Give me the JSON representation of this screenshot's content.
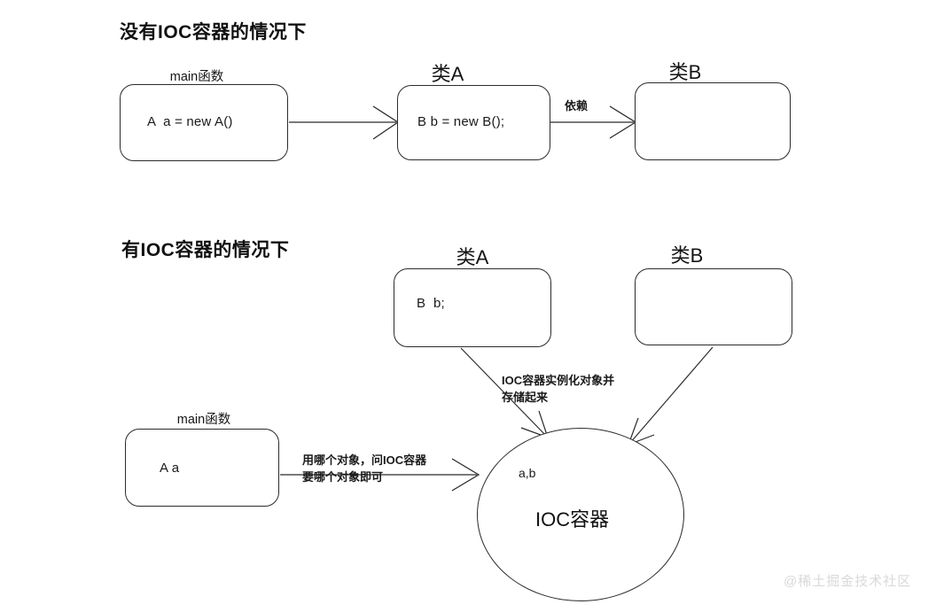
{
  "sections": [
    {
      "title": "没有IOC容器的情况下",
      "nodes": [
        {
          "label": "main函数",
          "body": "A  a = new A()"
        },
        {
          "label": "类A",
          "body": "B b = new B();"
        },
        {
          "label": "类B",
          "body": ""
        }
      ],
      "edges": [
        {
          "label": ""
        },
        {
          "label": "依赖"
        }
      ]
    },
    {
      "title": "有IOC容器的情况下",
      "nodes": [
        {
          "label": "类A",
          "body": "B  b;"
        },
        {
          "label": "类B",
          "body": ""
        },
        {
          "label": "main函数",
          "body": "A a"
        }
      ],
      "edges": [
        {
          "label_line1": "IOC容器实例化对象并",
          "label_line2": "存储起来"
        },
        {
          "label_line1": "用哪个对象，问IOC容器",
          "label_line2": "要哪个对象即可"
        }
      ],
      "container": {
        "title": "IOC容器",
        "items": "a,b"
      }
    }
  ],
  "watermark": "@稀土掘金技术社区",
  "colors": {
    "stroke": "#2b2b2b",
    "text": "#1a1a1a",
    "background": "#ffffff",
    "watermark": "#d9d9d9"
  }
}
